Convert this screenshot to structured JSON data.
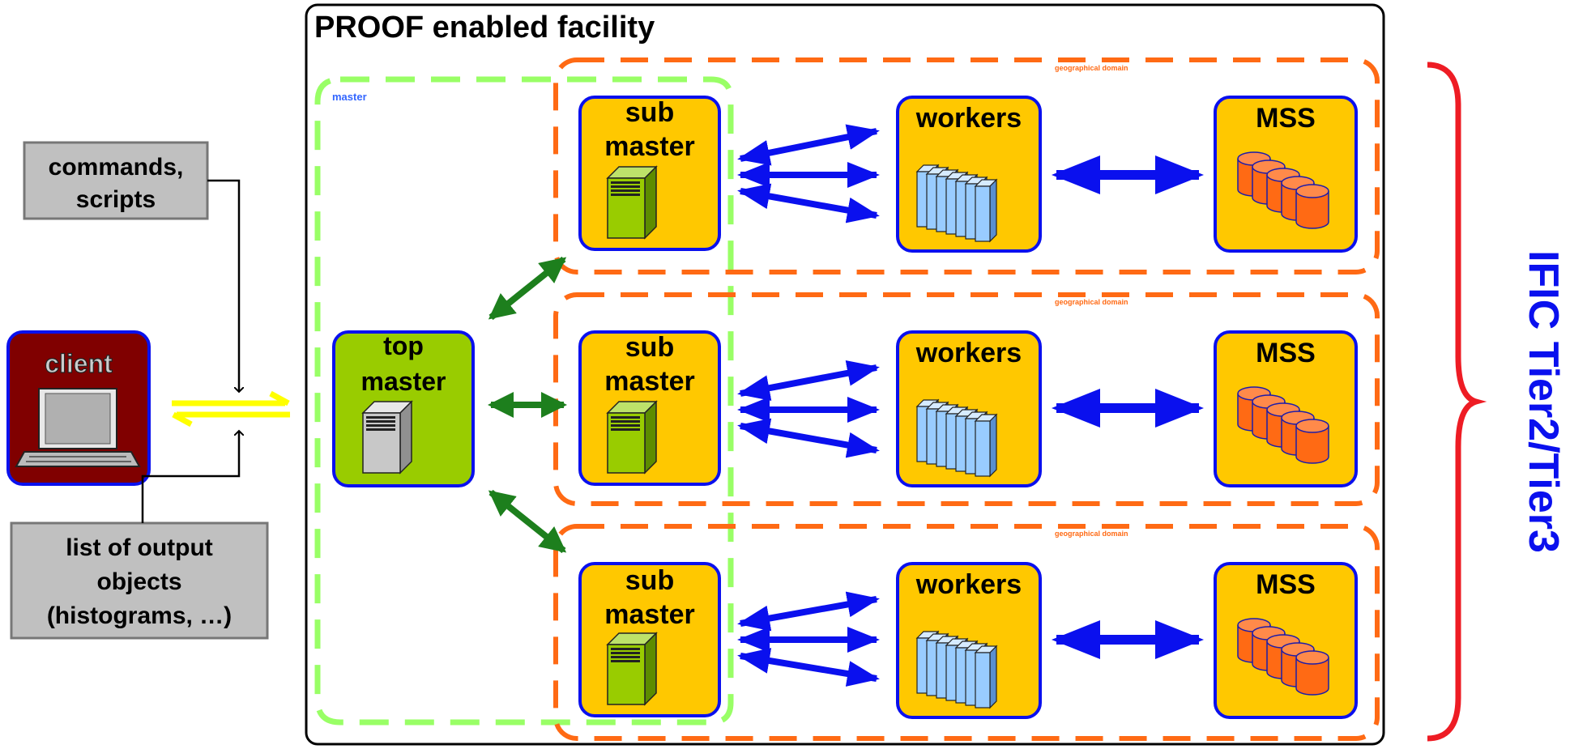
{
  "facility": {
    "title": "PROOF enabled facility"
  },
  "master_label": "master",
  "domain_label": "geographical domain",
  "client": {
    "label": "client"
  },
  "inputs": {
    "line1": "commands,",
    "line2": "scripts"
  },
  "outputs": {
    "line1": "list of output",
    "line2": "objects",
    "line3": "(histograms, …)"
  },
  "top_master": {
    "line1": "top",
    "line2": "master"
  },
  "sub_master": {
    "line1": "sub",
    "line2": "master"
  },
  "workers_label": "workers",
  "mss_label": "MSS",
  "tier_label": "IFIC Tier2/Tier3",
  "colors": {
    "brace": "#ee1c24",
    "tier_text": "#0a10ee",
    "domain_border": "#ff6a14",
    "master_border": "#99ff66",
    "blue_arrow": "#0a10ee",
    "green_arrow": "#1d7f1d",
    "yellow_arrow": "#ffff00",
    "node_fill": "#ffc800",
    "top_fill": "#99cc00",
    "client_fill": "#800000",
    "gray_box": "#c0c0c0"
  }
}
